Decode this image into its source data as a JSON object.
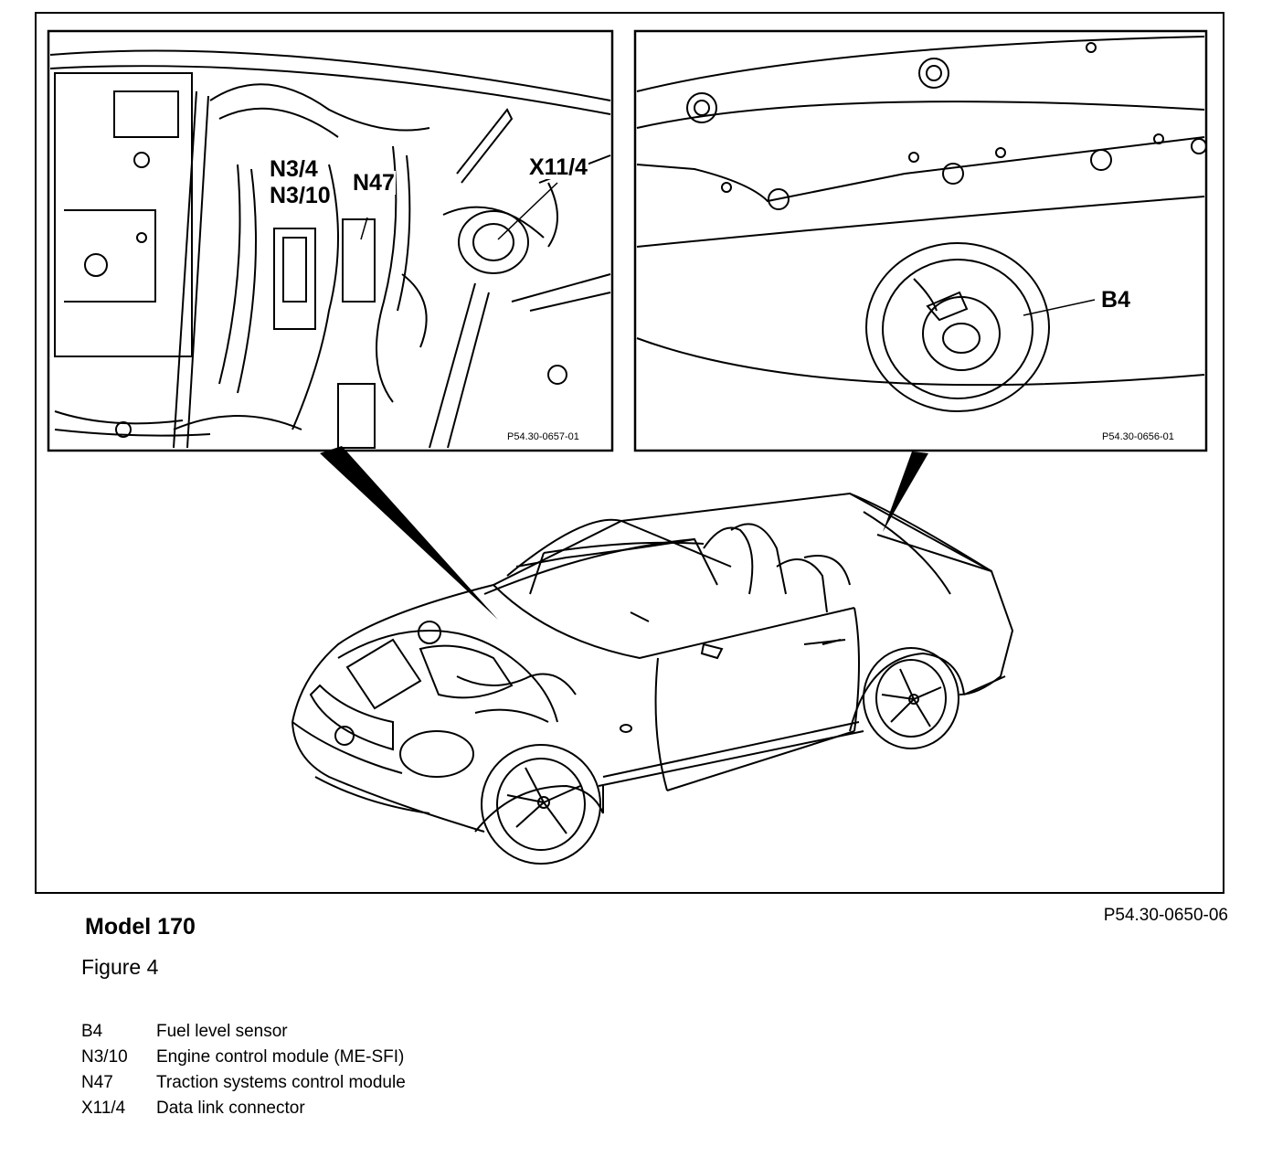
{
  "callouts": {
    "n3_4": "N3/4",
    "n3_10": "N3/10",
    "n47": "N47",
    "x11_4": "X11/4",
    "b4": "B4"
  },
  "inset_refs": {
    "left": "P54.30-0657-01",
    "right": "P54.30-0656-01"
  },
  "figure_ref": "P54.30-0650-06",
  "model_label": "Model 170",
  "figure_label": "Figure 4",
  "legend": [
    {
      "code": "B4",
      "description": "Fuel level sensor"
    },
    {
      "code": "N3/10",
      "description": "Engine control module (ME-SFI)"
    },
    {
      "code": "N47",
      "description": "Traction systems control module"
    },
    {
      "code": "X11/4",
      "description": "Data link connector"
    }
  ]
}
